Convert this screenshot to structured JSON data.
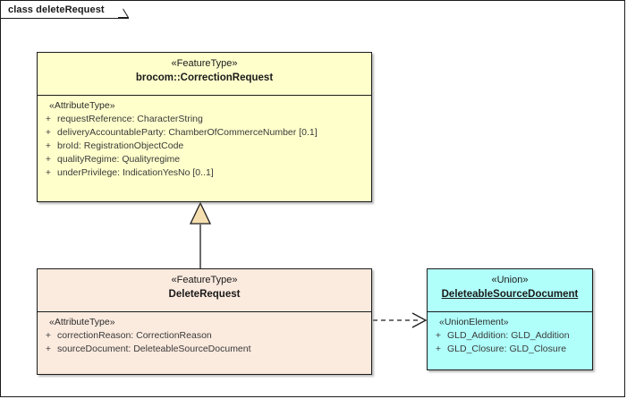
{
  "diagram": {
    "tab_label": "class deleteRequest",
    "background": "#ffffff",
    "frame_color": "#1c1c1c"
  },
  "classes": {
    "correction_request": {
      "stereotype": "«FeatureType»",
      "name": "brocom::CorrectionRequest",
      "fill": "#ffffcc",
      "compartment_stereotype": "«AttributeType»",
      "attributes": [
        {
          "visibility": "+",
          "text": "requestReference: CharacterString"
        },
        {
          "visibility": "+",
          "text": "deliveryAccountableParty: ChamberOfCommerceNumber [0.1]"
        },
        {
          "visibility": "+",
          "text": "broId: RegistrationObjectCode"
        },
        {
          "visibility": "+",
          "text": "qualityRegime: Qualityregime"
        },
        {
          "visibility": "+",
          "text": "underPrivilege: IndicationYesNo [0..1]"
        }
      ]
    },
    "delete_request": {
      "stereotype": "«FeatureType»",
      "name": "DeleteRequest",
      "fill": "#fbeade",
      "compartment_stereotype": "«AttributeType»",
      "attributes": [
        {
          "visibility": "+",
          "text": "correctionReason: CorrectionReason"
        },
        {
          "visibility": "+",
          "text": "sourceDocument: DeleteableSourceDocument"
        }
      ]
    },
    "deleteable_source_document": {
      "stereotype": "«Union»",
      "name": "DeleteableSourceDocument",
      "fill": "#b0fffb",
      "compartment_stereotype": "«UnionElement»",
      "attributes": [
        {
          "visibility": "+",
          "text": "GLD_Addition: GLD_Addition"
        },
        {
          "visibility": "+",
          "text": "GLD_Closure: GLD_Closure"
        }
      ]
    }
  },
  "connectors": {
    "generalization": {
      "kind": "generalization",
      "from": "DeleteRequest",
      "to": "brocom::CorrectionRequest",
      "arrow_fill": "#f5dfb0",
      "line_color": "#1c1c1c"
    },
    "dependency": {
      "kind": "dependency",
      "from": "DeleteRequest",
      "to": "DeleteableSourceDocument",
      "style": "dashed",
      "line_color": "#1c1c1c"
    }
  }
}
